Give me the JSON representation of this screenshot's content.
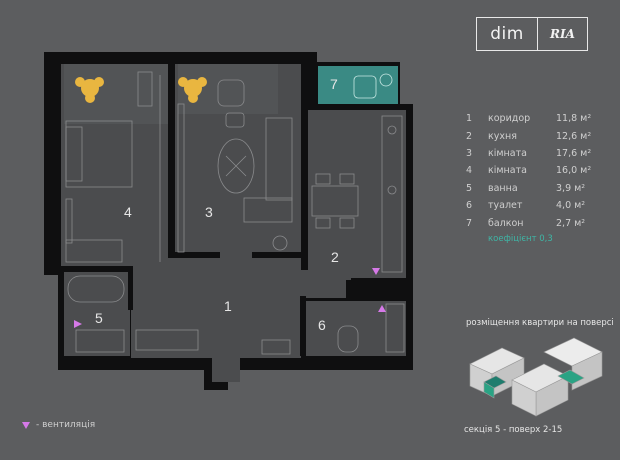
{
  "logo": {
    "dim": "dim",
    "ria": "RIA"
  },
  "rooms": [
    {
      "num": "1",
      "name": "коридор",
      "area": "11,8 м²"
    },
    {
      "num": "2",
      "name": "кухня",
      "area": "12,6 м²"
    },
    {
      "num": "3",
      "name": "кімната",
      "area": "17,6 м²"
    },
    {
      "num": "4",
      "name": "кімната",
      "area": "16,0 м²"
    },
    {
      "num": "5",
      "name": "ванна",
      "area": "3,9 м²"
    },
    {
      "num": "6",
      "name": "туалет",
      "area": "4,0 м²"
    },
    {
      "num": "7",
      "name": "балкон",
      "area": "2,7 м²"
    }
  ],
  "coefficient": "коефіцієнт 0,3",
  "ventilation_label": "- вентиляція",
  "floor_title": "розміщення квартири на поверсі",
  "section_label": "секція 5 - поверх 2-15",
  "colors": {
    "accent": "#3fb5a5",
    "vent": "#d679e8",
    "wall": "#0f0f10",
    "floor": "#4a4b4d"
  }
}
